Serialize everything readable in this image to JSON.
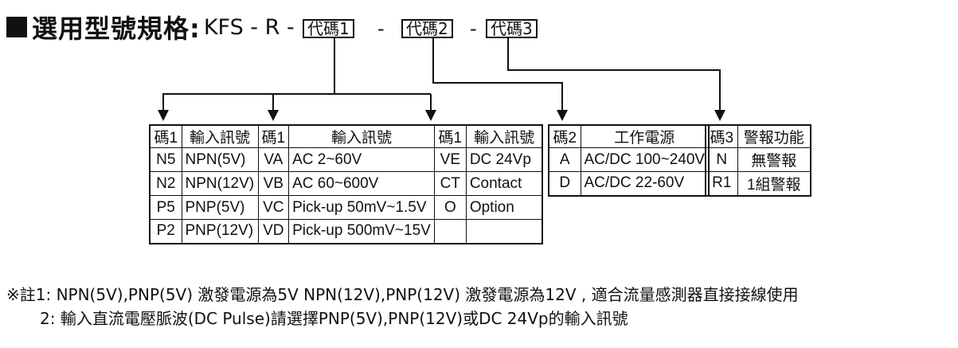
{
  "title": {
    "heading": "選用型號規格:",
    "model": "KFS - R -",
    "code1": "代碼1",
    "sep1": "-",
    "code2": "代碼2",
    "sep2": "-",
    "code3": "代碼3"
  },
  "table1": {
    "headers": [
      "碼1",
      "輸入訊號",
      "碼1",
      "輸入訊號",
      "碼1",
      "輸入訊號"
    ],
    "rows": [
      [
        "N5",
        "NPN(5V)",
        "VA",
        "AC 2~60V",
        "VE",
        "DC 24Vp"
      ],
      [
        "N2",
        "NPN(12V)",
        "VB",
        "AC 60~600V",
        "CT",
        "Contact"
      ],
      [
        "P5",
        "PNP(5V)",
        "VC",
        "Pick-up 50mV~1.5V",
        "O",
        "Option"
      ],
      [
        "P2",
        "PNP(12V)",
        "VD",
        "Pick-up 500mV~15V",
        "",
        ""
      ]
    ]
  },
  "table2": {
    "headers": [
      "碼2",
      "工作電源"
    ],
    "rows": [
      [
        "A",
        "AC/DC 100~240V"
      ],
      [
        "D",
        "AC/DC 22-60V"
      ]
    ]
  },
  "table3": {
    "headers": [
      "碼3",
      "警報功能"
    ],
    "rows": [
      [
        "N",
        "無警報"
      ],
      [
        "R1",
        "1組警報"
      ]
    ]
  },
  "notes": {
    "line1": "※註1: NPN(5V),PNP(5V) 激發電源為5V NPN(12V),PNP(12V) 激發電源為12V , 適合流量感測器直接接線使用",
    "line2": "2: 輸入直流電壓脈波(DC Pulse)請選擇PNP(5V),PNP(12V)或DC 24Vp的輸入訊號"
  }
}
